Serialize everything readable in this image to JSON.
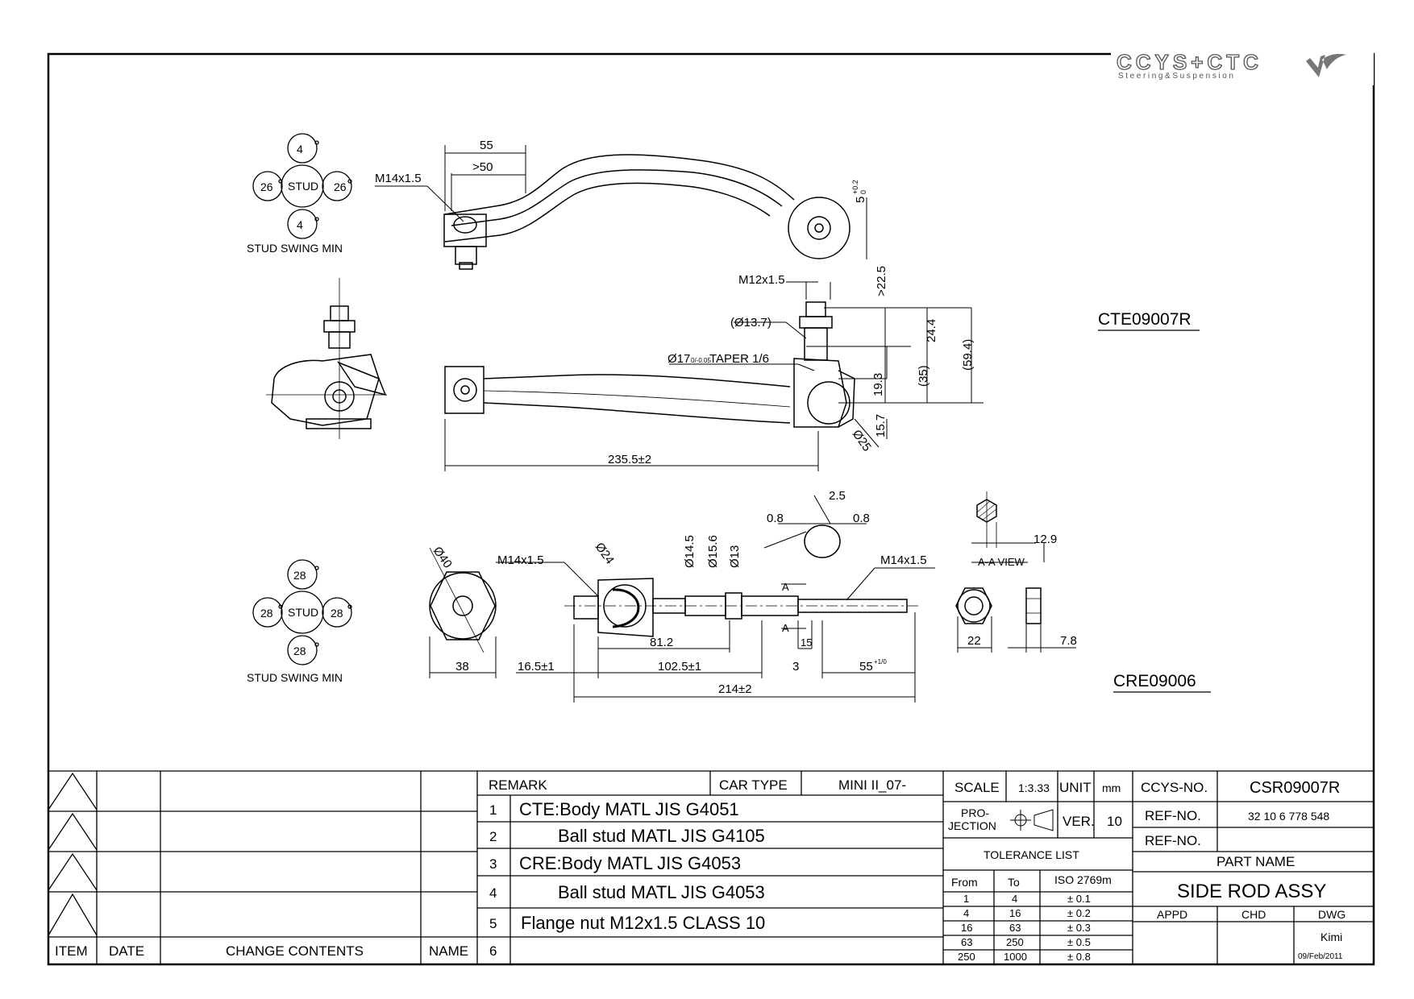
{
  "brand": {
    "logo_text": "CCYS+CTC",
    "tagline": "Steering&Suspension"
  },
  "codes": {
    "cte": "CTE09007R",
    "cre": "CRE09006"
  },
  "top_view": {
    "swing": {
      "top": "4",
      "left": "26",
      "center": "STUD",
      "right": "26",
      "bottom": "4",
      "unit": "°",
      "caption": "STUD SWING MIN"
    },
    "dims": {
      "d55": "55",
      "d50": ">50",
      "thread": "M14x1.5",
      "d5": "5",
      "tol5u": "+0.2",
      "tol5l": "0"
    }
  },
  "side_view": {
    "dims": {
      "thread": "M12x1.5",
      "d225": ">22.5",
      "dia137": "(Ø13.7)",
      "taper_pre": "Ø17",
      "taper_tol": "0/-0.05",
      "taper_post": "TAPER 1/6",
      "d244": "24.4",
      "d594": "(59.4)",
      "d35": "(35)",
      "d193": "19.3",
      "d157": "15.7",
      "dia25": "Ø25",
      "d2355": "235.5±2"
    }
  },
  "tie_view": {
    "swing": {
      "top": "28",
      "left": "28",
      "center": "STUD",
      "right": "28",
      "bottom": "28",
      "unit": "°",
      "caption": "STUD SWING MIN"
    },
    "dims": {
      "dia40": "Ø40",
      "d38": "38",
      "thread_l": "M14x1.5",
      "dia24": "Ø24",
      "dia145": "Ø14.5",
      "dia156": "Ø15.6",
      "dia13": "Ø13",
      "d08a": "0.8",
      "d25": "2.5",
      "d08b": "0.8",
      "thread_r": "M14x1.5",
      "d129": "12.9",
      "aa": "A-A VIEW",
      "a1": "A",
      "a2": "A",
      "d15": "15",
      "d812": "81.2",
      "d165": "16.5±1",
      "d1025": "102.5±1",
      "d3": "3",
      "d55": "55",
      "d55tol": "+1/0",
      "d214": "214±2",
      "d22": "22",
      "d78": "7.8"
    }
  },
  "revision_table": {
    "headers": {
      "item": "ITEM",
      "date": "DATE",
      "contents": "CHANGE CONTENTS",
      "name": "NAME"
    }
  },
  "remarks": {
    "header": "REMARK",
    "car_type_label": "CAR TYPE",
    "car_type_value": "MINI II_07-",
    "rows": [
      {
        "no": "1",
        "text": "CTE:Body MATL JIS G4051"
      },
      {
        "no": "2",
        "text": "Ball stud MATL JIS G4105"
      },
      {
        "no": "3",
        "text": "CRE:Body MATL JIS G4053"
      },
      {
        "no": "4",
        "text": "Ball stud MATL JIS G4053"
      },
      {
        "no": "5",
        "text": "Flange nut M12x1.5 CLASS 10"
      },
      {
        "no": "6",
        "text": ""
      }
    ]
  },
  "spec": {
    "scale_label": "SCALE",
    "scale_value": "1:3.33",
    "unit_label": "UNIT",
    "unit_value": "mm",
    "projection_l1": "PRO-",
    "projection_l2": "JECTION",
    "ver_label": "VER.",
    "ver_value": "10",
    "tolerance_title": "TOLERANCE LIST",
    "tol_headers": {
      "from": "From",
      "to": "To",
      "std": "ISO 2769m"
    },
    "tolerances": [
      {
        "from": "1",
        "to": "4",
        "tol": "± 0.1"
      },
      {
        "from": "4",
        "to": "16",
        "tol": "± 0.2"
      },
      {
        "from": "16",
        "to": "63",
        "tol": "± 0.3"
      },
      {
        "from": "63",
        "to": "250",
        "tol": "± 0.5"
      },
      {
        "from": "250",
        "to": "1000",
        "tol": "± 0.8"
      }
    ]
  },
  "title_block": {
    "ccys_label": "CCYS-NO.",
    "ccys_value": "CSR09007R",
    "ref1_label": "REF-NO.",
    "ref1_value": "32 10 6 778 548",
    "ref2_label": "REF-NO.",
    "ref2_value": "",
    "part_name_label": "PART NAME",
    "part_name": "SIDE ROD ASSY",
    "appd": "APPD",
    "chd": "CHD",
    "dwg": "DWG",
    "drawn_by": "Kimi",
    "date": "09/Feb/2011"
  }
}
